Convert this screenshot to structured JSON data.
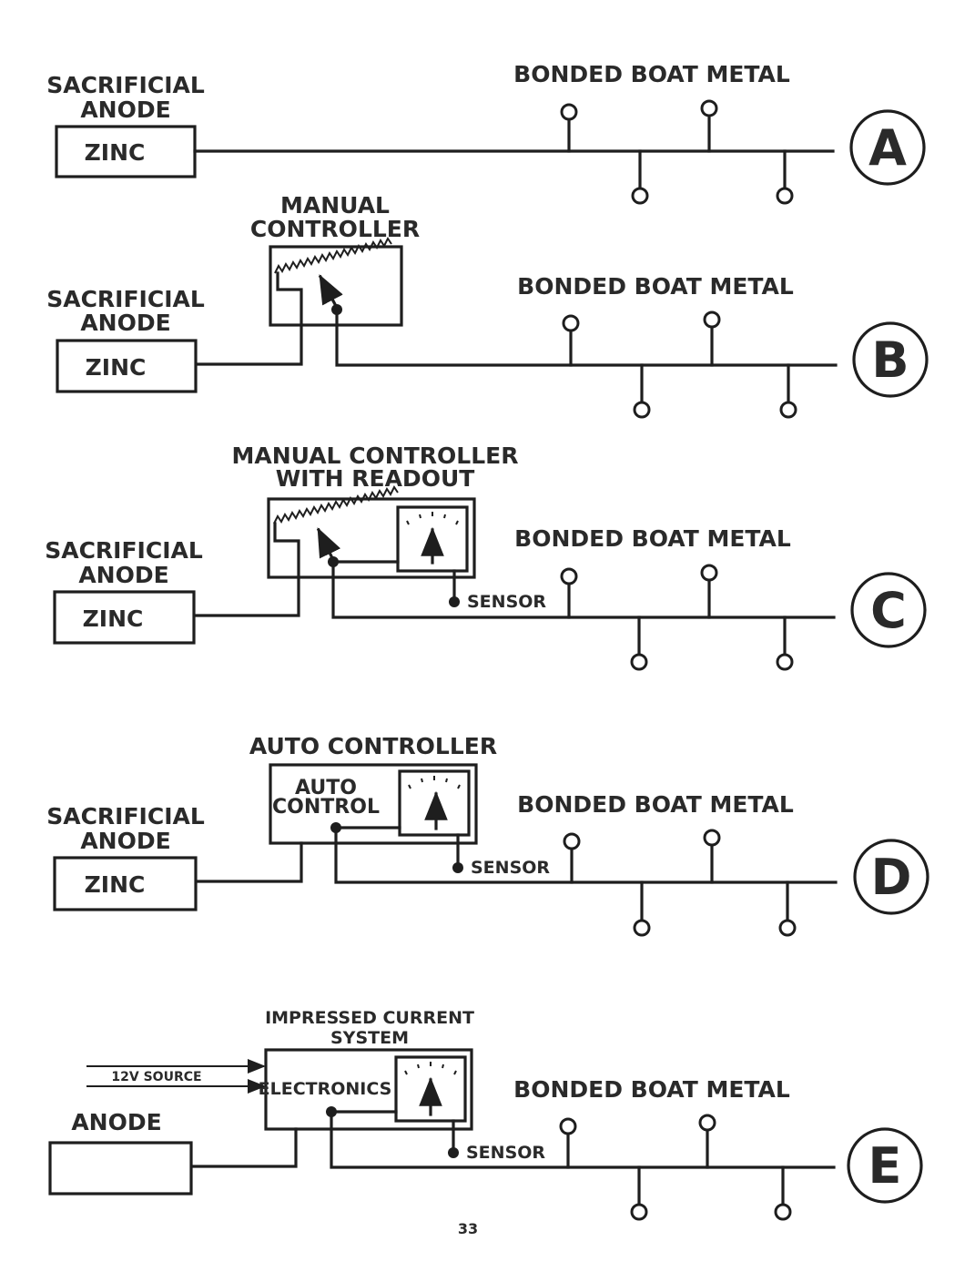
{
  "colors": {
    "ink": "#1e1e1e",
    "text": "#2a2a2a",
    "paper": "#ffffff"
  },
  "page_number": "33",
  "panels": [
    {
      "letter": "A",
      "anode_title_1": "SACRIFICIAL",
      "anode_title_2": "ANODE",
      "anode_label": "ZINC",
      "metal_label": "BONDED  BOAT  METAL"
    },
    {
      "letter": "B",
      "anode_title_1": "SACRIFICIAL",
      "anode_title_2": "ANODE",
      "anode_label": "ZINC",
      "metal_label": "BONDED  BOAT  METAL",
      "controller_title_1": "MANUAL",
      "controller_title_2": "CONTROLLER"
    },
    {
      "letter": "C",
      "anode_title_1": "SACRIFICIAL",
      "anode_title_2": "ANODE",
      "anode_label": "ZINC",
      "metal_label": "BONDED  BOAT  METAL",
      "controller_title_1": "MANUAL  CONTROLLER",
      "controller_title_2": "WITH  READOUT",
      "sensor_label": "SENSOR"
    },
    {
      "letter": "D",
      "anode_title_1": "SACRIFICIAL",
      "anode_title_2": "ANODE",
      "anode_label": "ZINC",
      "metal_label": "BONDED  BOAT  METAL",
      "controller_title_1": "AUTO  CONTROLLER",
      "inner_label_1": "AUTO",
      "inner_label_2": "CONTROL",
      "sensor_label": "SENSOR"
    },
    {
      "letter": "E",
      "anode_title_1": "ANODE",
      "metal_label": "BONDED  BOAT  METAL",
      "controller_title_1": "IMPRESSED  CURRENT",
      "controller_title_2": "SYSTEM",
      "inner_label_1": "ELECTRONICS",
      "source_label": "12V  SOURCE",
      "sensor_label": "SENSOR"
    }
  ]
}
